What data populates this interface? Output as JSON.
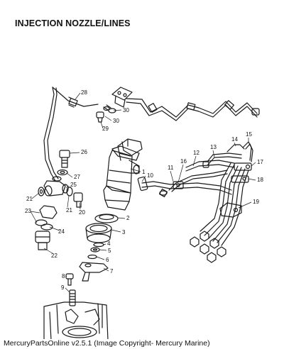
{
  "title": "INJECTION NOZZLE/LINES",
  "footer": "MercuryPartsOnline v2.5.1 (Image Copyright- Mercury Marine)",
  "callouts": [
    "1",
    "2",
    "3",
    "4",
    "5",
    "6",
    "7",
    "8",
    "9",
    "10",
    "11",
    "12",
    "13",
    "14",
    "15",
    "16",
    "17",
    "18",
    "19",
    "20",
    "21",
    "21",
    "22",
    "23",
    "24",
    "25",
    "26",
    "27",
    "28",
    "29",
    "30",
    "30"
  ],
  "colors": {
    "ink": "#1a1a1a",
    "paper": "#ffffff",
    "shade": "#9a9a9a"
  }
}
